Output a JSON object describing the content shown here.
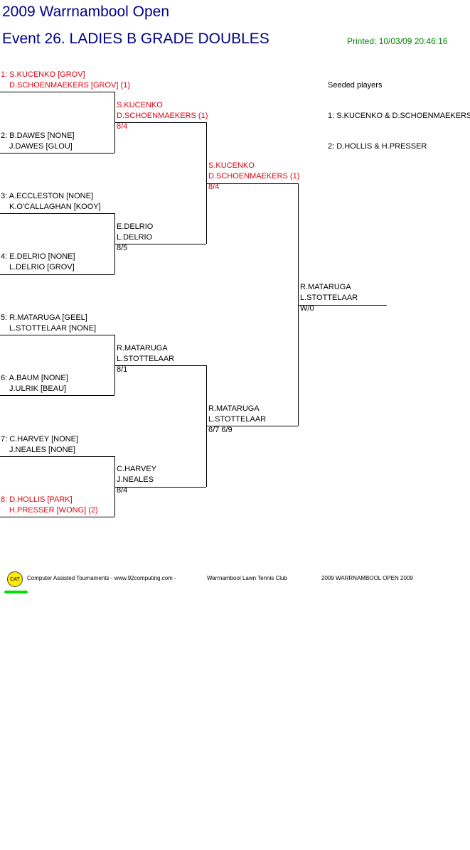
{
  "header": {
    "tournament": "2009 Warrnambool Open",
    "event": "Event 26. LADIES B GRADE DOUBLES",
    "printed": "Printed: 10/03/09 20:46:16"
  },
  "colors": {
    "title": "#00008b",
    "seeded": "#e0000e",
    "printed": "#008000",
    "logo": "#ffeb00"
  },
  "round1": [
    {
      "p1": "1: S.KUCENKO [GROV]",
      "p2": "D.SCHOENMAEKERS [GROV] (1)",
      "seeded": true
    },
    {
      "p1": "2: B.DAWES [NONE]",
      "p2": "J.DAWES [GLOU]",
      "seeded": false
    },
    {
      "p1": "3: A.ECCLESTON [NONE]",
      "p2": "K.O'CALLAGHAN [KOOY]",
      "seeded": false
    },
    {
      "p1": "4: E.DELRIO [NONE]",
      "p2": "L.DELRIO [GROV]",
      "seeded": false
    },
    {
      "p1": "5: R.MATARUGA [GEEL]",
      "p2": "L.STOTTELAAR [NONE]",
      "seeded": false
    },
    {
      "p1": "6: A.BAUM [NONE]",
      "p2": "J.ULRIK [BEAU]",
      "seeded": false
    },
    {
      "p1": "7: C.HARVEY [NONE]",
      "p2": "J.NEALES [NONE]",
      "seeded": false
    },
    {
      "p1": "8: D.HOLLIS [PARK]",
      "p2": "H.PRESSER [WONG] (2)",
      "seeded": true
    }
  ],
  "round2": [
    {
      "p1": "S.KUCENKO",
      "p2": "D.SCHOENMAEKERS (1)",
      "score": "8/4",
      "seeded": true
    },
    {
      "p1": "E.DELRIO",
      "p2": "L.DELRIO",
      "score": "8/5",
      "seeded": false
    },
    {
      "p1": "R.MATARUGA",
      "p2": "L.STOTTELAAR",
      "score": "8/1",
      "seeded": false
    },
    {
      "p1": "C.HARVEY",
      "p2": "J.NEALES",
      "score": "8/4",
      "seeded": false
    }
  ],
  "round3": [
    {
      "p1": "S.KUCENKO",
      "p2": "D.SCHOENMAEKERS (1)",
      "score": "8/4",
      "seeded": true
    },
    {
      "p1": "R.MATARUGA",
      "p2": "L.STOTTELAAR",
      "score": "6/7 6/9",
      "seeded": false
    }
  ],
  "final": {
    "p1": "R.MATARUGA",
    "p2": "L.STOTTELAAR",
    "score": "W/0"
  },
  "seeds": {
    "heading": "Seeded players",
    "items": [
      "1: S.KUCENKO & D.SCHOENMAEKERS",
      "2: D.HOLLIS & H.PRESSER"
    ]
  },
  "footer": {
    "logo": "CAT",
    "credit": "Computer Assisted Tournaments - www.92computing.com -",
    "club": "Warrnambool Lawn Tennis Club",
    "event": "2009 WARRNAMBOOL OPEN 2009"
  }
}
